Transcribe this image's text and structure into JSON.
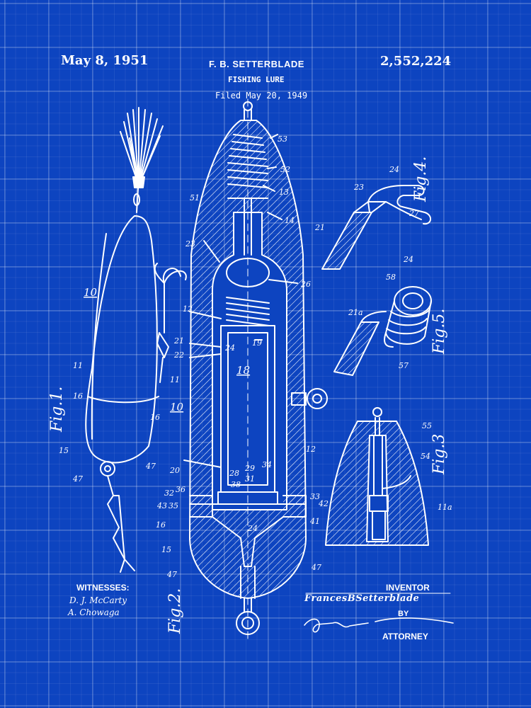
{
  "header": {
    "date": "May 8, 1951",
    "inventor": "F. B. SETTERBLADE",
    "title": "FISHING LURE",
    "filed": "Filed May 20, 1949",
    "patent_number": "2,552,224"
  },
  "figures": {
    "fig1": "Fig.1.",
    "fig2": "Fig.2.",
    "fig3": "Fig.3",
    "fig4": "Fig.4.",
    "fig5": "Fig.5."
  },
  "footer": {
    "witnesses_label": "WITNESSES:",
    "witness_1": "D. J. McCarty",
    "witness_2": "A. Chowaga",
    "inventor_label": "INVENTOR",
    "inventor_signature": "FrancesBSetterblade",
    "by_label": "BY",
    "attorney_signature": "Ralph T. French",
    "attorney_label": "ATTORNEY"
  },
  "reference_numerals": {
    "fig1": [
      "10",
      "11",
      "16",
      "16",
      "15",
      "47",
      "47"
    ],
    "fig2": [
      "53",
      "52",
      "51",
      "13",
      "14",
      "23",
      "26",
      "12",
      "21",
      "22",
      "24",
      "19",
      "18",
      "10",
      "11",
      "12",
      "20",
      "28",
      "29",
      "31",
      "34",
      "38",
      "32",
      "36",
      "33",
      "42",
      "43",
      "35",
      "41",
      "16",
      "15",
      "24",
      "47",
      "47"
    ],
    "fig3": [
      "55",
      "54",
      "11a"
    ],
    "fig4": [
      "24",
      "23",
      "27",
      "21",
      "24"
    ],
    "fig5": [
      "58",
      "21a",
      "57"
    ]
  },
  "colors": {
    "background": "#0d44c0",
    "ink": "#ffffff"
  }
}
